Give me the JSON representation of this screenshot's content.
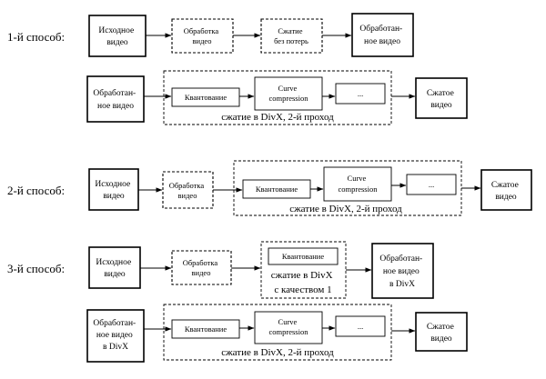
{
  "methods": [
    {
      "label": "1-й способ:",
      "row_a": {
        "source": "Исходное видео",
        "processing": "Обработка видео",
        "lossless": "Сжатие без потерь",
        "result": "Обработан-ное видео"
      },
      "row_b": {
        "input": "Обработан-ное видео",
        "quant": "Квантование",
        "curve": "Curve compression",
        "ellipsis": "...",
        "group_caption": "сжатие в DivX, 2-й проход",
        "output": "Сжатое видео"
      }
    },
    {
      "label": "2-й способ:",
      "row_a": {
        "source": "Исходное видео",
        "processing": "Обработка видео",
        "quant": "Квантование",
        "curve": "Curve compression",
        "ellipsis": "...",
        "group_caption": "сжатие в DivX, 2-й проход",
        "output": "Сжатое видео"
      }
    },
    {
      "label": "3-й способ:",
      "row_a": {
        "source": "Исходное видео",
        "processing": "Обработка видео",
        "quant": "Квантование",
        "group_caption": "сжатие в DivX с качеством 1",
        "result": "Обработан-ное видео в DivX"
      },
      "row_b": {
        "input": "Обработан-ное видео в DivX",
        "quant": "Квантование",
        "curve": "Curve compression",
        "ellipsis": "...",
        "group_caption": "сжатие в DivX, 2-й проход",
        "output": "Сжатое видео"
      }
    }
  ]
}
